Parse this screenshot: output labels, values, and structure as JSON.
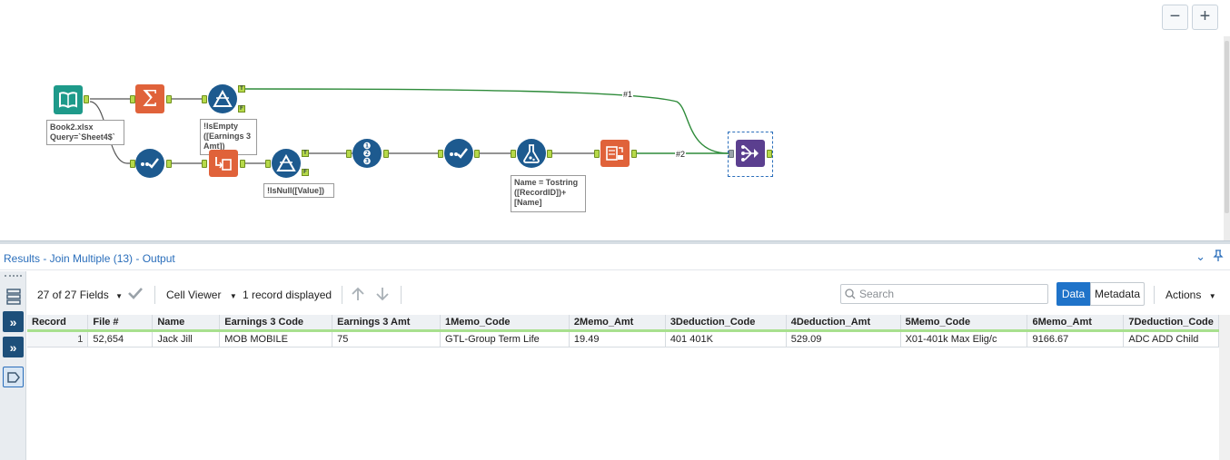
{
  "canvas": {
    "zoom_out": "−",
    "zoom_in": "+",
    "annotations": {
      "input": "Book2.xlsx\nQuery=`Sheet4$`",
      "filter1": "!IsEmpty\n([Earnings 3\nAmt])",
      "filter2": "!IsNull([Value])",
      "formula": "Name = Tostring\n([RecordID])+\n[Name]"
    },
    "connections": {
      "c1": "#1",
      "c2": "#2"
    },
    "anchor_labels": {
      "true": "T",
      "false": "F"
    }
  },
  "results": {
    "title": "Results - Join Multiple (13) - Output",
    "collapse_icon": "⌄",
    "pin_icon": "⊥"
  },
  "toolbar": {
    "fields": "27 of 27 Fields",
    "cell_viewer": "Cell Viewer",
    "records_displayed": "1 record displayed",
    "search_placeholder": "Search",
    "data": "Data",
    "metadata": "Metadata",
    "actions": "Actions"
  },
  "grid": {
    "headers": [
      "Record",
      "File #",
      "Name",
      "Earnings 3 Code",
      "Earnings 3 Amt",
      "1Memo_Code",
      "2Memo_Amt",
      "3Deduction_Code",
      "4Deduction_Amt",
      "5Memo_Code",
      "6Memo_Amt",
      "7Deduction_Code"
    ],
    "rows": [
      [
        "1",
        "52,654",
        "Jack Jill",
        "MOB MOBILE",
        "75",
        "GTL-Group Term Life",
        "19.49",
        "401 401K",
        "529.09",
        "X01-401k Max Elig/c",
        "9166.67",
        "ADC ADD Child"
      ]
    ]
  },
  "colors": {
    "accent": "#1f73c9",
    "connection": "#2e8b3a",
    "tool_blue": "#1d5a8f",
    "tool_orange": "#e0623a",
    "tool_teal": "#1e9a8a",
    "tool_purple": "#5b3f8f"
  }
}
